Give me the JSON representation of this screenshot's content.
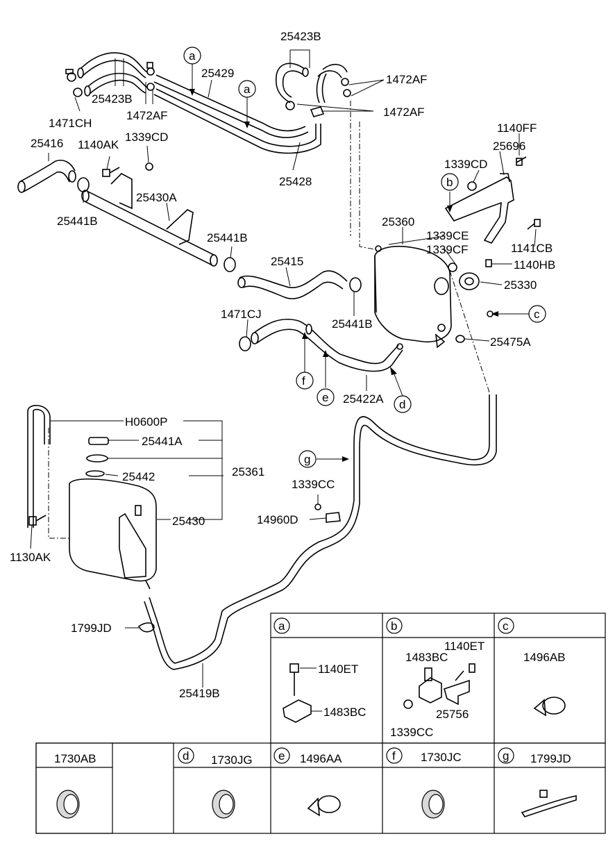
{
  "labels": {
    "p25423B_top": "25423B",
    "p1472AF_1": "1472AF",
    "p1472AF_2": "1472AF",
    "p1472AF_3": "1472AF",
    "p25429": "25429",
    "p25423B_left": "25423B",
    "p1471CH": "1471CH",
    "p1339CD_1": "1339CD",
    "p25416": "25416",
    "p1140AK": "1140AK",
    "p25428": "25428",
    "p25430A": "25430A",
    "p25441B_1": "25441B",
    "p25441B_2": "25441B",
    "p25441B_3": "25441B",
    "p25415": "25415",
    "p1471CJ": "1471CJ",
    "p25360": "25360",
    "p1339CE": "1339CE",
    "p1339CF": "1339CF",
    "p1140FF": "1140FF",
    "p25696": "25696",
    "p1339CD_2": "1339CD",
    "p1141CB": "1141CB",
    "p1140HB": "1140HB",
    "p25330": "25330",
    "p25475A": "25475A",
    "p25422A": "25422A",
    "pH0600P": "H0600P",
    "p25441A": "25441A",
    "p25442": "25442",
    "p25361": "25361",
    "p25430": "25430",
    "p1130AK": "1130AK",
    "p1339CC": "1339CC",
    "p14960D": "14960D",
    "p1799JD": "1799JD",
    "p25419B": "25419B"
  },
  "callouts": {
    "a1": "a",
    "a2": "a",
    "b": "b",
    "c": "c",
    "d": "d",
    "e": "e",
    "f": "f",
    "g": "g"
  },
  "detail_table": {
    "cells": [
      {
        "letter": "a",
        "parts": [
          "1140ET",
          "1483BC"
        ]
      },
      {
        "letter": "b",
        "parts": [
          "1483BC",
          "1140ET",
          "25756",
          "1339CC"
        ]
      },
      {
        "letter": "c",
        "parts": [
          "1496AB"
        ]
      }
    ],
    "row2": [
      {
        "letter": "",
        "part": "1730AB"
      },
      {
        "letter": "d",
        "part": "1730JG"
      },
      {
        "letter": "e",
        "part": "1496AA"
      },
      {
        "letter": "f",
        "part": "1730JC"
      },
      {
        "letter": "g",
        "part": "1799JD"
      }
    ]
  }
}
